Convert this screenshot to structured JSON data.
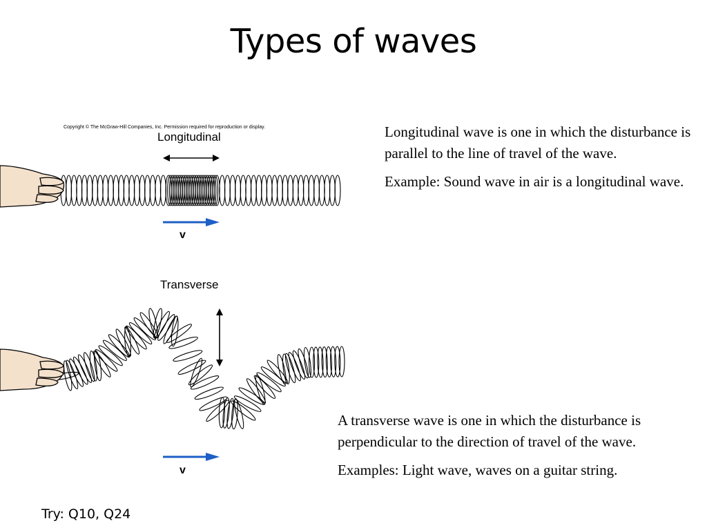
{
  "title": "Types of waves",
  "figure": {
    "copyright": "Copyright © The McGraw-Hill Companies, Inc. Permission required for reproduction or display.",
    "longitudinal_label": "Longitudinal",
    "transverse_label": "Transverse",
    "velocity_label_top": "v",
    "velocity_label_bottom": "v",
    "colors": {
      "arrow": "#1e5fc7",
      "line": "#000000"
    }
  },
  "longitudinal": {
    "definition": "Longitudinal wave is one in which the disturbance is parallel to the line of travel of the wave.",
    "example": "Example: Sound wave in air is a longitudinal wave."
  },
  "transverse": {
    "definition": "A transverse wave is one in which the disturbance is perpendicular to the direction of travel of the wave.",
    "example": "Examples: Light wave, waves on a guitar string."
  },
  "footer": "Try: Q10, Q24"
}
